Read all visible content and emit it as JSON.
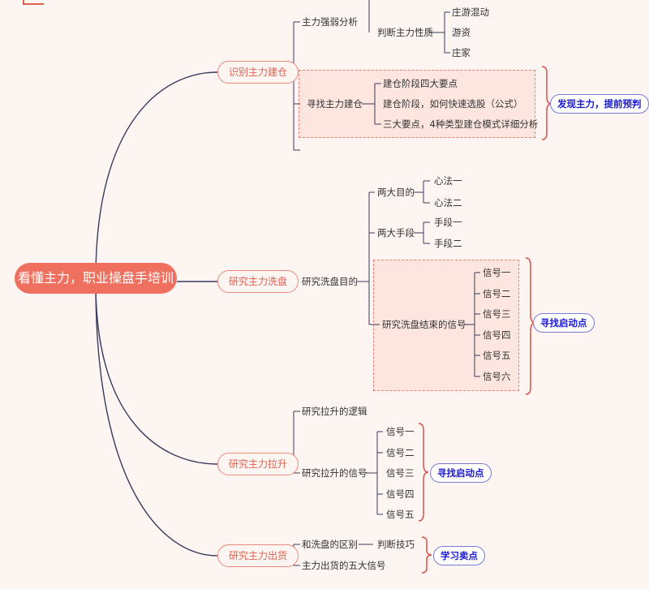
{
  "root": {
    "title": "看懂主力，职业操盘手培训"
  },
  "branches": [
    {
      "label": "识别主力建仓"
    },
    {
      "label": "研究主力洗盘"
    },
    {
      "label": "研究主力拉升"
    },
    {
      "label": "研究主力出货"
    }
  ],
  "b1": {
    "strength": "主力强弱分析",
    "nature": "判断主力性质",
    "nature_items": [
      "庄游混动",
      "游资",
      "庄家"
    ],
    "find": "寻找主力建仓",
    "find_items": [
      "建仓阶段四大要点",
      "建仓阶段，如何快速选股（公式）",
      "三大要点，4种类型建仓模式详细分析"
    ],
    "callout": "发现主力，提前预判"
  },
  "b2": {
    "purpose": "研究洗盘目的",
    "goals": "两大目的",
    "goal_items": [
      "心法一",
      "心法二"
    ],
    "means": "两大手段",
    "means_items": [
      "手段一",
      "手段二"
    ],
    "end_signal": "研究洗盘结束的信号",
    "signal_items": [
      "信号一",
      "信号二",
      "信号三",
      "信号四",
      "信号五",
      "信号六"
    ],
    "callout": "寻找启动点"
  },
  "b3": {
    "logic": "研究拉升的逻辑",
    "signal": "研究拉升的信号",
    "signal_items": [
      "信号一",
      "信号二",
      "信号三",
      "信号四",
      "信号五"
    ],
    "callout": "寻找启动点"
  },
  "b4": {
    "diff": "和洗盘的区别",
    "skill": "判断技巧",
    "five": "主力出货的五大信号",
    "callout": "学习卖点"
  },
  "colors": {
    "root": "#f0705f",
    "accent": "#e0604f",
    "line": "#3a3a5c",
    "callout_text": "#1a1ad0"
  }
}
